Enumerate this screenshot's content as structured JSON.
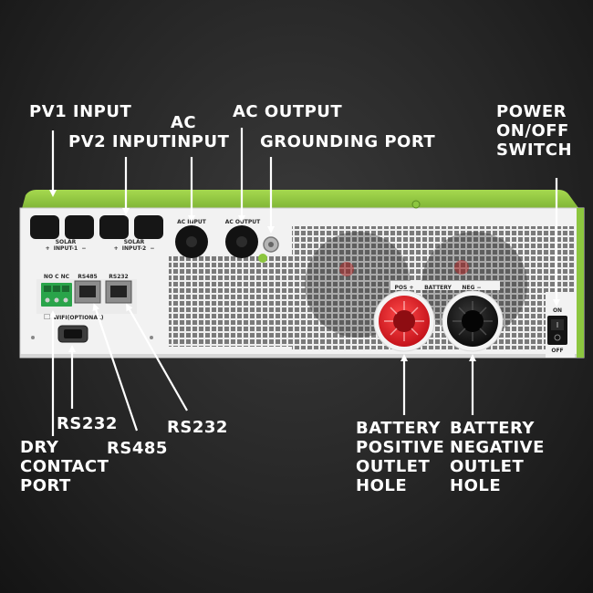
{
  "callout_labels": {
    "pv1_input": "PV1 INPUT",
    "pv2_input": "PV2 INPUT",
    "ac_input": "AC\nINPUT",
    "ac_output": "AC OUTPUT",
    "grounding_port": "GROUNDING PORT",
    "power_switch": "POWER\nON/OFF\nSWITCH",
    "rs232_left": "RS232",
    "rs485": "RS485",
    "rs232_right": "RS232",
    "dry_contact": "DRY\nCONTACT\nPORT",
    "battery_positive": "BATTERY\nPOSITIVE\nOUTLET\nHOLE",
    "battery_negative": "BATTERY\nNEGATIVE\nOUTLET\nHOLE"
  },
  "panel_markings": {
    "solar_input_1": "SOLAR\n+  INPUT-1  −",
    "solar_input_2": "SOLAR\n+  INPUT-2  −",
    "ac_input": "AC INPUT",
    "ac_output": "AC OUTPUT",
    "dry_contact": "NO C NC",
    "rs485": "RS485",
    "rs232": "RS232",
    "wifi": "WIFI(OPTIONAL)",
    "pos": "POS +",
    "battery": "BATTERY",
    "neg": "NEG −",
    "on": "ON",
    "off": "OFF"
  },
  "colors": {
    "accent_green": "#8cc63f",
    "panel_white": "#f2f2f2",
    "battery_red": "#e3232a",
    "background": "#262626"
  }
}
